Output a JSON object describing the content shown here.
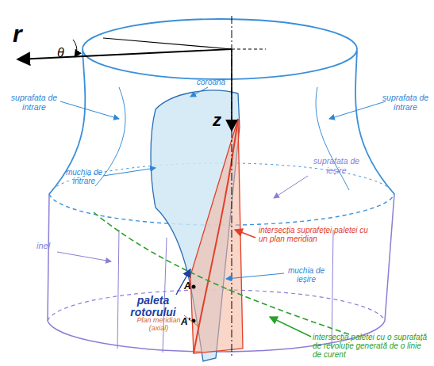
{
  "diagram": {
    "labels": [
      "r",
      "θ",
      "z",
      "coroană",
      "suprafata de intrare",
      "suprafata de intrare",
      "muchia de intrare",
      "suprafata de ieșire",
      "intersecția suprafeței paletei cu un plan meridian",
      "inel",
      "muchia de ieșire",
      "paleta rotorului",
      "A",
      "A'",
      "Plan meridian (axial)",
      "intersecția paletei cu o suprafață de revoluție generată de o linie de curent"
    ]
  }
}
